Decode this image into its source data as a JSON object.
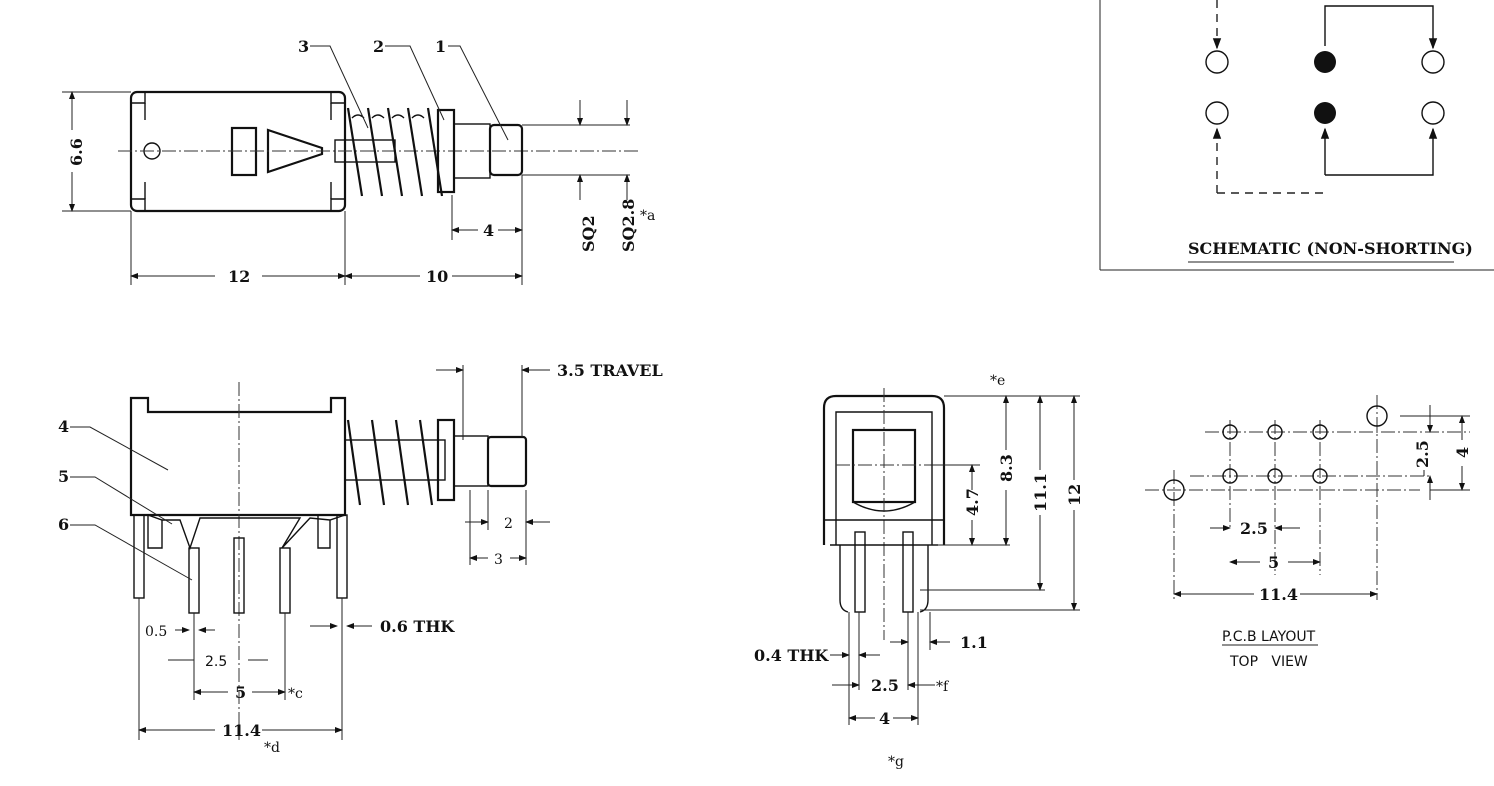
{
  "top_view": {
    "callouts": [
      "3",
      "2",
      "1"
    ],
    "dim_height": "6.6",
    "dim_body": "12",
    "dim_plunger": "10",
    "dim_4": "4",
    "sq2": "SQ2",
    "sq28": "SQ2.8",
    "note_a": "*a"
  },
  "schematic": {
    "caption": "SCHEMATIC (NON-SHORTING)"
  },
  "side_view": {
    "callouts": [
      "4",
      "5",
      "6"
    ],
    "travel": "3.5 TRAVEL",
    "dim_2": "2",
    "dim_3": "3",
    "dim_05": "0.5",
    "dim_25": "2.5",
    "dim_5": "5",
    "note_c": "*c",
    "dim_114": "11.4",
    "note_d": "*d",
    "thk": "0.6 THK"
  },
  "end_view": {
    "note_e": "*e",
    "dim_47": "4.7",
    "dim_83": "8.3",
    "dim_111": "11.1",
    "dim_12": "12",
    "thk": "0.4 THK",
    "dim_11": "1.1",
    "dim_25": "2.5",
    "note_f": "*f",
    "dim_4": "4",
    "note_g": "*g"
  },
  "pcb": {
    "dim_25v": "2.5",
    "dim_4v": "4",
    "dim_25h": "2.5",
    "dim_5h": "5",
    "dim_114": "11.4",
    "caption1": "P.C.B LAYOUT",
    "caption2": "TOP   VIEW"
  }
}
